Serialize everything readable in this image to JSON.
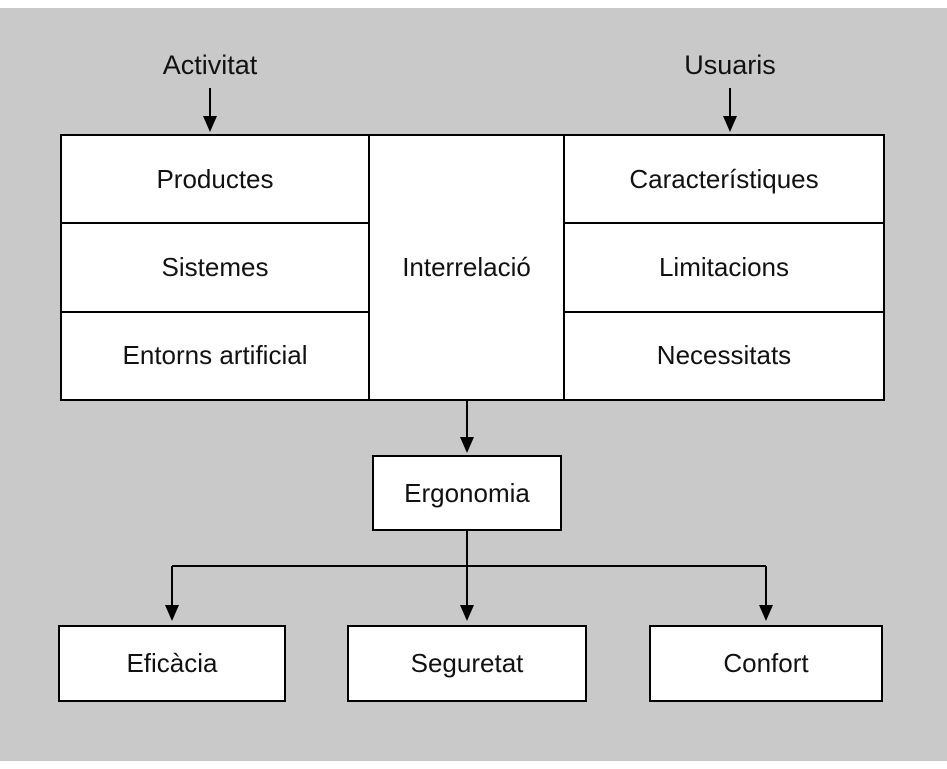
{
  "labels": {
    "activitat": "Activitat",
    "usuaris": "Usuaris"
  },
  "table": {
    "left": [
      "Productes",
      "Sistemes",
      "Entorns artificial"
    ],
    "center": "Interrelació",
    "right": [
      "Característiques",
      "Limitacions",
      "Necessitats"
    ]
  },
  "ergonomia": "Ergonomia",
  "outcomes": [
    "Eficàcia",
    "Seguretat",
    "Confort"
  ],
  "colors": {
    "background": "#c9c9c9",
    "box_fill": "#ffffff",
    "line": "#000000"
  }
}
